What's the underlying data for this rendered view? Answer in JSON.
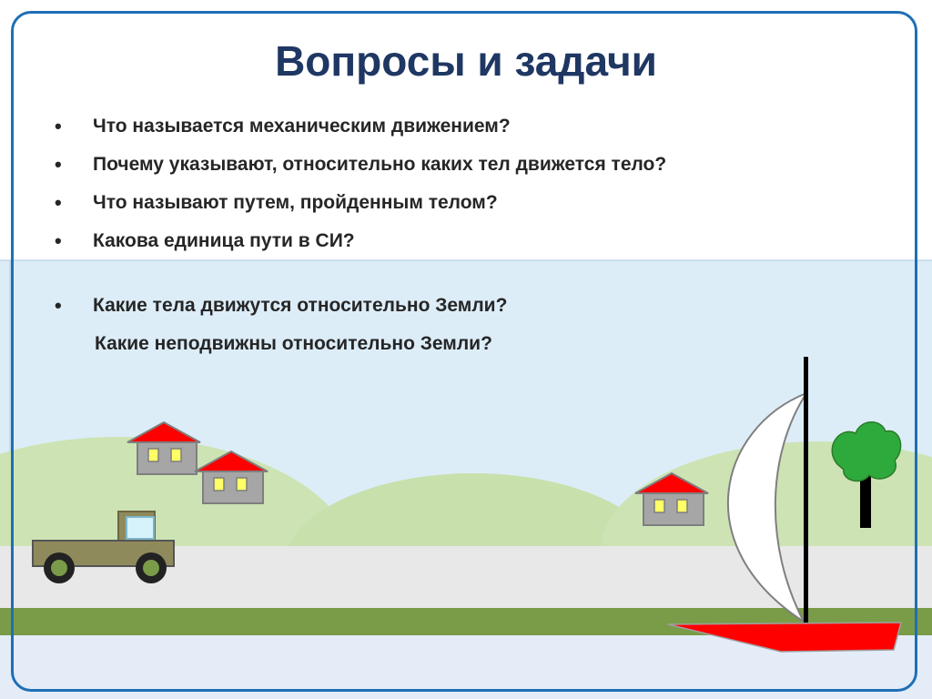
{
  "slide": {
    "title": "Вопросы и задачи",
    "questions": [
      "Что называется механическим движением?",
      "Почему указывают, относительно каких тел движется тело?",
      "Что называют путем, пройденным телом?",
      "Какова единица пути в СИ?"
    ],
    "scene_question": {
      "line1": "Какие тела движутся относительно Земли?",
      "line2": "Какие  неподвижны относительно Земли?"
    },
    "bullet": "•"
  },
  "colors": {
    "sky": "#dcedf8",
    "hills": "#cde3b4",
    "road": "#e8e8e8",
    "grass": "#7a9b48",
    "roof": "#ff0000",
    "house_wall": "#a6a6a6",
    "window": "#ffff66",
    "sail": "#ffffff",
    "boat_hull": "#ff0000",
    "truck_body": "#8f8a5c",
    "title": "#1f3763",
    "frame": "#1f6fb5"
  },
  "icons": [
    "house-icon",
    "truck-icon",
    "sailboat-icon",
    "tree-icon"
  ]
}
